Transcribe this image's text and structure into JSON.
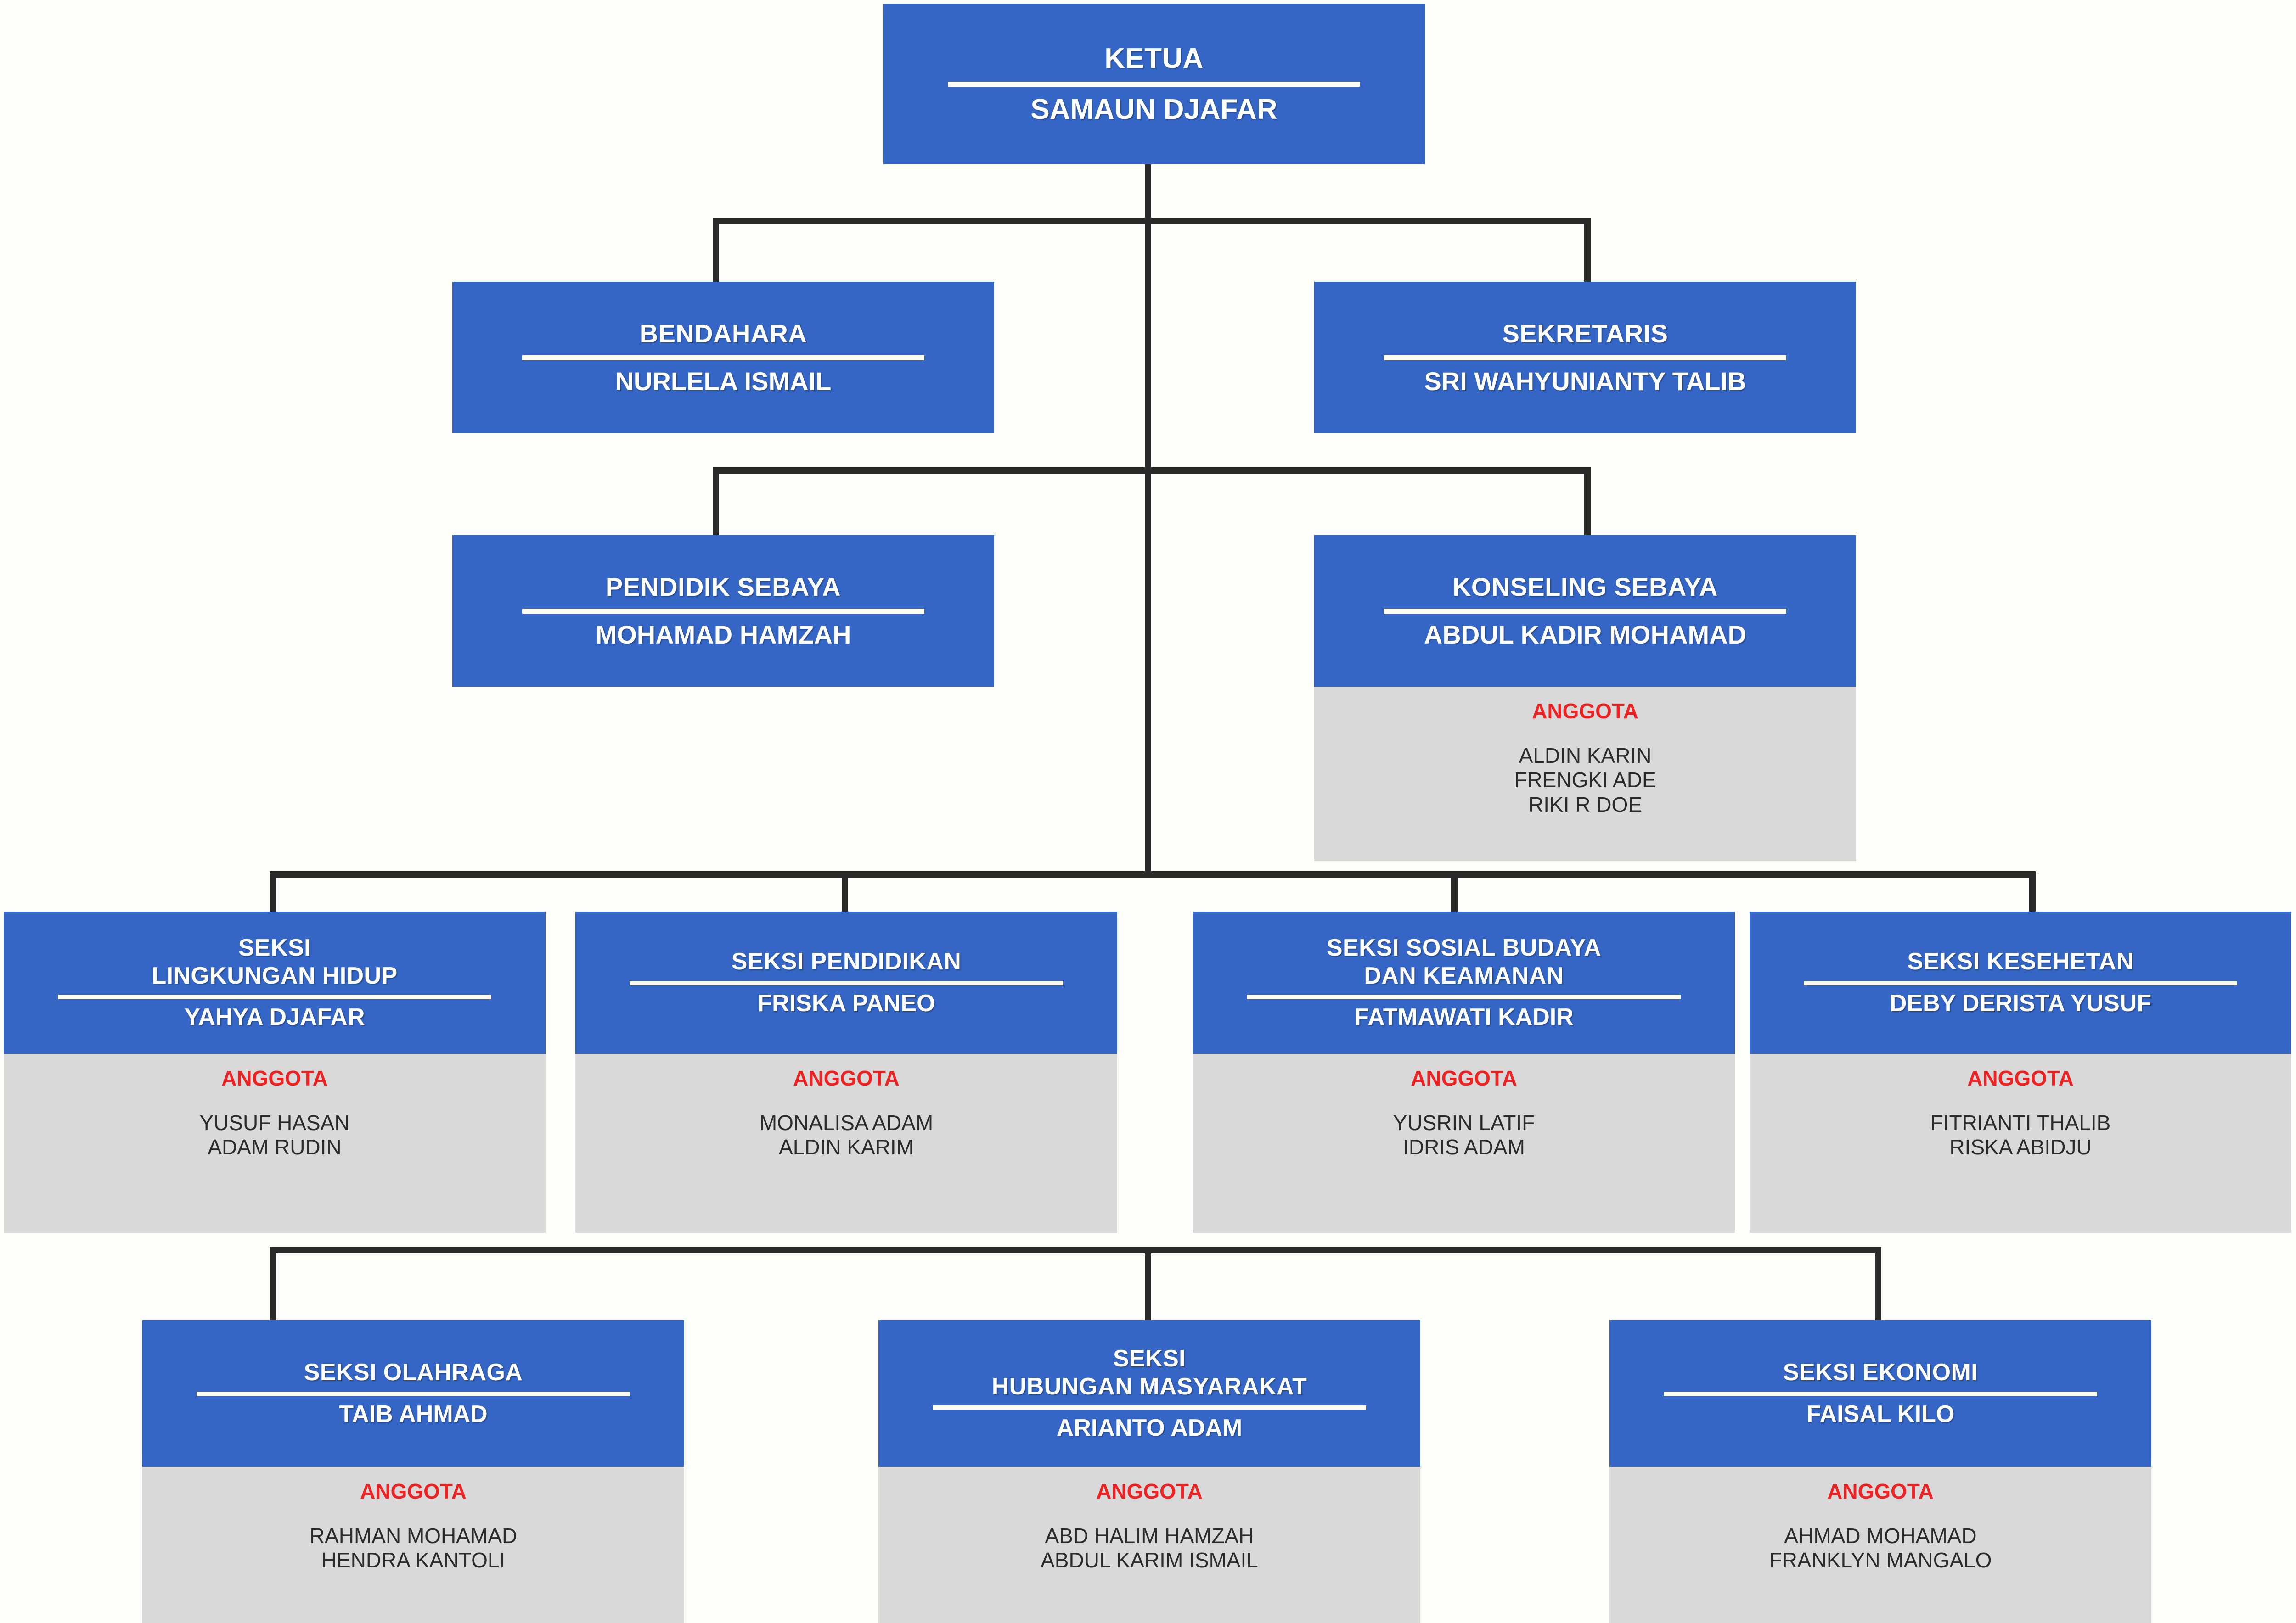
{
  "colors": {
    "box_blue": "#3566C5",
    "members_gray": "#d9d9d9",
    "members_label_red": "#ee2222",
    "connector": "#2b2b2b",
    "title_text": "#ffffff",
    "member_text": "#2b2b2b",
    "background": "#fdfdfa"
  },
  "labels": {
    "members_heading": "ANGGOTA"
  },
  "nodes": {
    "ketua": {
      "title": "KETUA",
      "person": "SAMAUN DJAFAR"
    },
    "bendahara": {
      "title": "BENDAHARA",
      "person": "NURLELA ISMAIL"
    },
    "sekretaris": {
      "title": "SEKRETARIS",
      "person": "SRI WAHYUNIANTY TALIB"
    },
    "pendidik_sebaya": {
      "title": "PENDIDIK SEBAYA",
      "person": "MOHAMAD HAMZAH"
    },
    "konseling_sebaya": {
      "title": "KONSELING SEBAYA",
      "person": "ABDUL KADIR MOHAMAD",
      "members_heading": "ANGGOTA",
      "members": [
        "ALDIN KARIN",
        "FRENGKI ADE",
        "RIKI R DOE"
      ]
    },
    "seksi_lingkungan_hidup": {
      "title_line1": "SEKSI",
      "title_line2": "LINGKUNGAN HIDUP",
      "person": "YAHYA DJAFAR",
      "members_heading": "ANGGOTA",
      "members": [
        "YUSUF HASAN",
        "ADAM RUDIN"
      ]
    },
    "seksi_pendidikan": {
      "title_line1": "SEKSI PENDIDIKAN",
      "title_line2": "",
      "person": "FRISKA PANEO",
      "members_heading": "ANGGOTA",
      "members": [
        "MONALISA ADAM",
        "ALDIN KARIM"
      ]
    },
    "seksi_sosial_budaya": {
      "title_line1": "SEKSI SOSIAL BUDAYA",
      "title_line2": "DAN KEAMANAN",
      "person": "FATMAWATI KADIR",
      "members_heading": "ANGGOTA",
      "members": [
        "YUSRIN LATIF",
        "IDRIS ADAM"
      ]
    },
    "seksi_kesehetan": {
      "title_line1": "SEKSI KESEHETAN",
      "title_line2": "",
      "person": "DEBY DERISTA YUSUF",
      "members_heading": "ANGGOTA",
      "members": [
        "FITRIANTI THALIB",
        "RISKA ABIDJU"
      ]
    },
    "seksi_olahraga": {
      "title_line1": "SEKSI OLAHRAGA",
      "title_line2": "",
      "person": "TAIB AHMAD",
      "members_heading": "ANGGOTA",
      "members": [
        "RAHMAN MOHAMAD",
        "HENDRA KANTOLI"
      ]
    },
    "seksi_humas": {
      "title_line1": "SEKSI",
      "title_line2": "HUBUNGAN MASYARAKAT",
      "person": "ARIANTO ADAM",
      "members_heading": "ANGGOTA",
      "members": [
        "ABD HALIM HAMZAH",
        "ABDUL KARIM ISMAIL"
      ]
    },
    "seksi_ekonomi": {
      "title_line1": "SEKSI EKONOMI",
      "title_line2": "",
      "person": "FAISAL KILO",
      "members_heading": "ANGGOTA",
      "members": [
        "AHMAD MOHAMAD",
        "FRANKLYN MANGALO"
      ]
    }
  }
}
